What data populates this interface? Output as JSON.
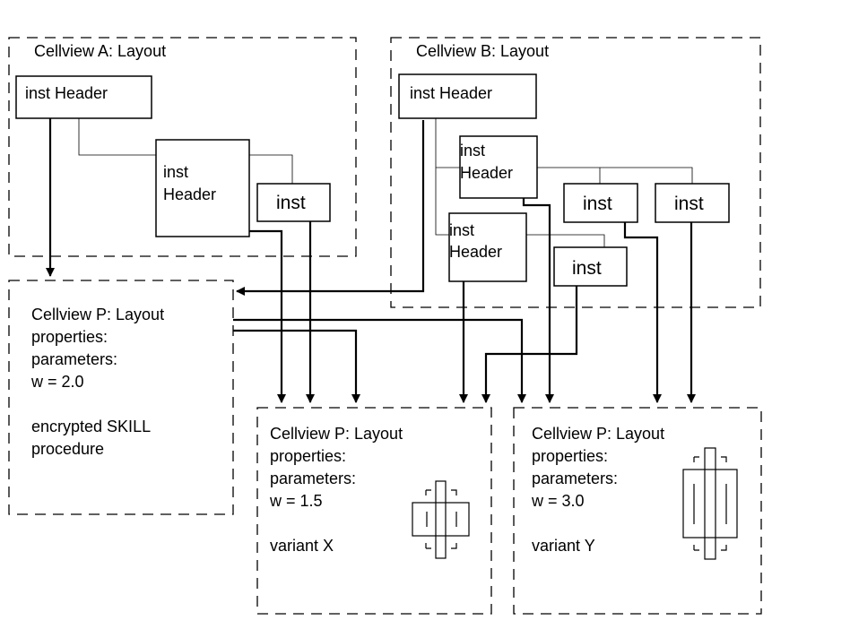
{
  "cellview_a": {
    "title": "Cellview A: Layout"
  },
  "cellview_b": {
    "title": "Cellview B: Layout"
  },
  "labels": {
    "inst": "inst",
    "header": "Header",
    "inst_header": "inst Header"
  },
  "master": {
    "lines": [
      "Cellview P: Layout",
      "properties:",
      "parameters:",
      "w = 2.0",
      "",
      "encrypted SKILL",
      "procedure"
    ]
  },
  "variant_x": {
    "lines": [
      "Cellview P: Layout",
      "properties:",
      "parameters:",
      "w = 1.5",
      "",
      "variant X"
    ]
  },
  "variant_y": {
    "lines": [
      "Cellview P: Layout",
      "properties:",
      "parameters:",
      "w = 3.0",
      "",
      "variant Y"
    ]
  }
}
